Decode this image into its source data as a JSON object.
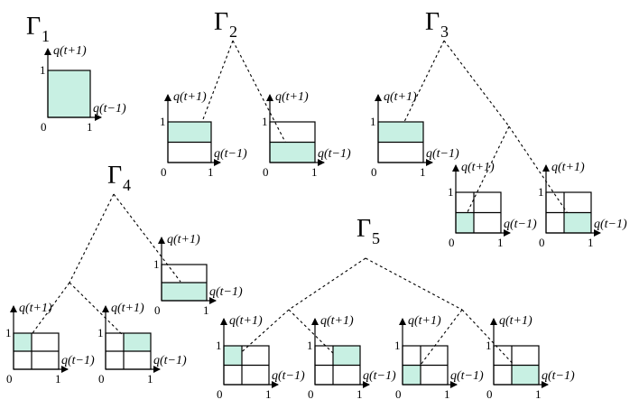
{
  "labels": {
    "gamma": "Γ",
    "q_next": "q(t+1)",
    "q_prev": "q(t−1)",
    "zero": "0",
    "one": "1"
  },
  "gammas": [
    {
      "name": "Γ1",
      "sub": "1"
    },
    {
      "name": "Γ2",
      "sub": "2"
    },
    {
      "name": "Γ3",
      "sub": "3"
    },
    {
      "name": "Γ4",
      "sub": "4"
    },
    {
      "name": "Γ5",
      "sub": "5"
    }
  ],
  "colors": {
    "fill": "#c8f0e3",
    "line": "#000000"
  }
}
